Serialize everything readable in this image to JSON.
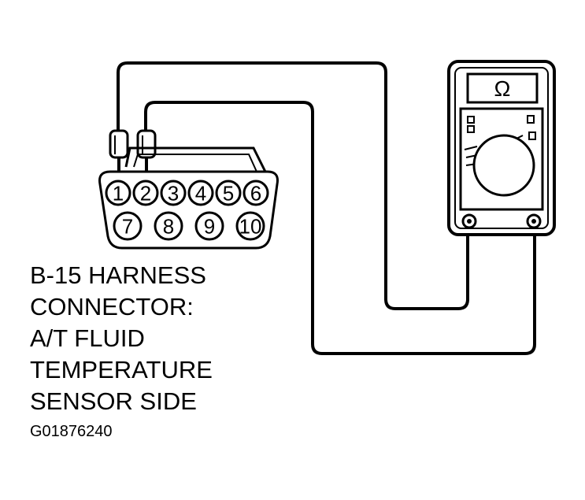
{
  "connector": {
    "pins_top": [
      "1",
      "2",
      "3",
      "4",
      "5",
      "6"
    ],
    "pins_bottom": [
      "7",
      "8",
      "9",
      "10"
    ]
  },
  "meter": {
    "display_symbol": "Ω"
  },
  "caption": {
    "lines": [
      "B-15 HARNESS",
      "CONNECTOR:",
      "A/T FLUID",
      "TEMPERATURE",
      "SENSOR SIDE"
    ]
  },
  "figure_id": "G01876240"
}
